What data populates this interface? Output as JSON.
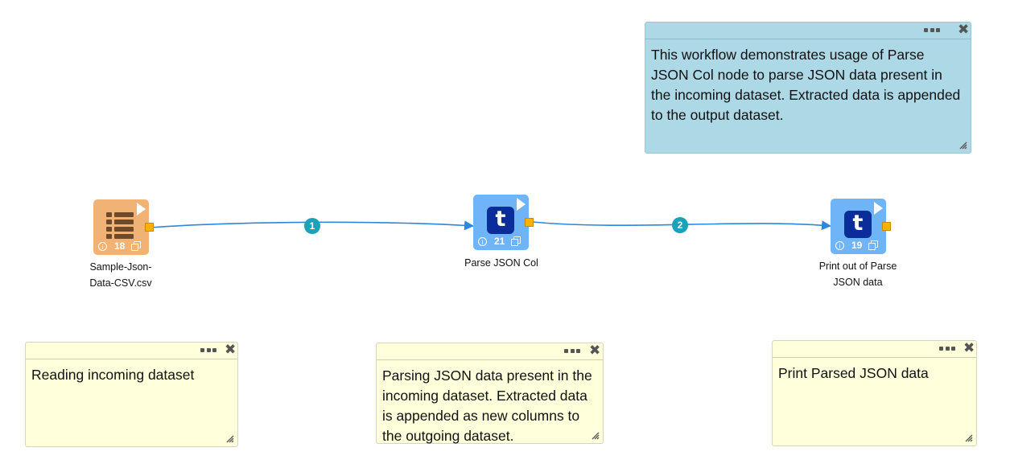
{
  "notes": {
    "description": "This workflow demonstrates usage of Parse JSON Col node to parse JSON data present in the incoming dataset. Extracted data is appended to the output dataset.",
    "reading": "Reading incoming dataset",
    "parsing": "Parsing JSON data present in the incoming dataset. Extracted data is appended as new columns to the outgoing dataset.",
    "print": "Print Parsed JSON data"
  },
  "nodes": [
    {
      "id": "18",
      "label_line1": "Sample-Json-",
      "label_line2": "Data-CSV.csv",
      "type": "reader",
      "icon": "table-icon"
    },
    {
      "id": "21",
      "label_line1": "Parse JSON Col",
      "label_line2": "",
      "type": "transform",
      "icon": "t-icon",
      "icon_text": "t"
    },
    {
      "id": "19",
      "label_line1": "Print out of Parse",
      "label_line2": "JSON data",
      "type": "transform",
      "icon": "t-icon",
      "icon_text": "t"
    }
  ],
  "edges": [
    {
      "label": "1",
      "from": "18",
      "to": "21"
    },
    {
      "label": "2",
      "from": "21",
      "to": "19"
    }
  ],
  "icons": {
    "note_menu": "more-dots-icon",
    "note_close": "close-icon",
    "note_resize": "resize-grip-icon",
    "node_run": "play-icon",
    "node_info": "info-icon",
    "node_copy": "copy-icon",
    "info_glyph": "i",
    "close_glyph": "✖"
  },
  "colors": {
    "note_yellow": "#ffffdb",
    "note_blue": "#add8e6",
    "reader_node": "#f0b375",
    "transform_node": "#70b4f8",
    "edge_line": "#2e86de",
    "edge_badge": "#1aa3b8",
    "port": "#ffb000"
  }
}
